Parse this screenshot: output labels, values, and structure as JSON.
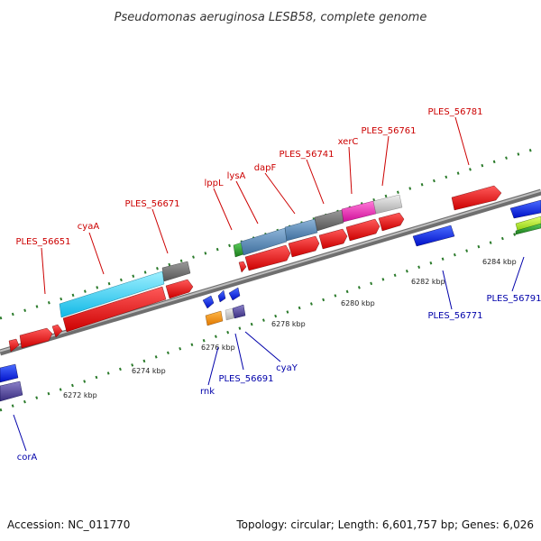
{
  "title": "Pseudomonas aeruginosa LESB58, complete genome",
  "footer": {
    "accession": "Accession: NC_011770",
    "summary": "Topology: circular; Length: 6,601,757 bp; Genes: 6,026"
  },
  "colors": {
    "forward_label": "#cc0000",
    "reverse_label": "#0000aa",
    "backbone": "#888888",
    "tick": "#2a7a2a"
  },
  "scale_ticks": [
    "6272 kbp",
    "6274 kbp",
    "6276 kbp",
    "6278 kbp",
    "6280 kbp",
    "6282 kbp",
    "6284 kbp"
  ],
  "forward_labels": [
    "PLES_56651",
    "cyaA",
    "PLES_56671",
    "lppL",
    "lysA",
    "dapF",
    "PLES_56741",
    "xerC",
    "PLES_56761",
    "PLES_56781"
  ],
  "reverse_labels": [
    "corA",
    "rnk",
    "PLES_56691",
    "cyaY",
    "PLES_56771",
    "PLES_56791"
  ]
}
